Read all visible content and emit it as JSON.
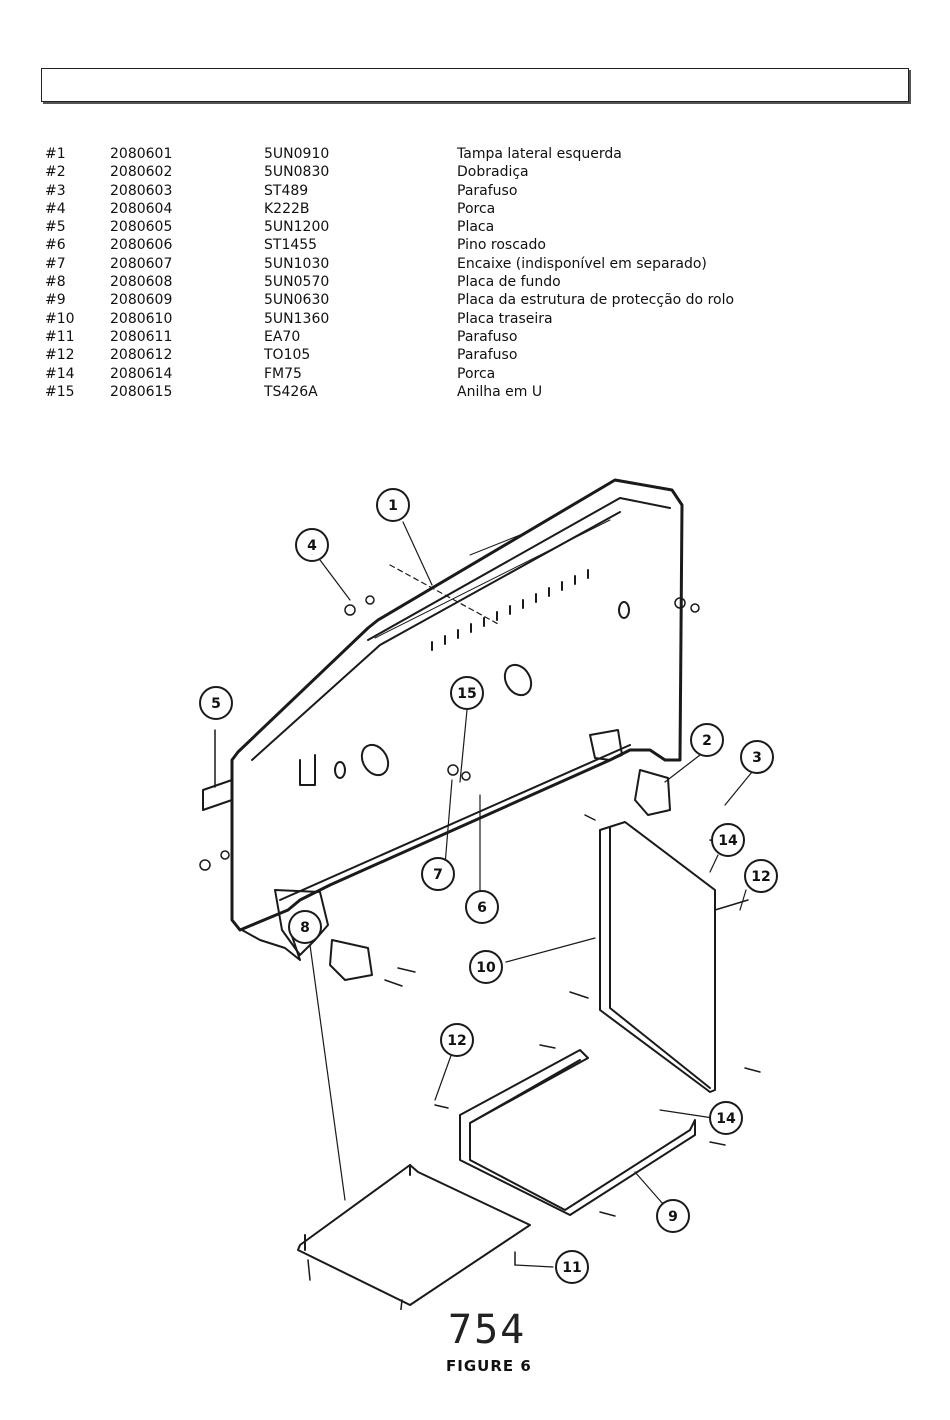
{
  "header": {
    "title": ""
  },
  "parts": [
    {
      "ref": "#1",
      "code": "2080601",
      "part": "5UN0910",
      "desc": "Tampa lateral esquerda"
    },
    {
      "ref": "#2",
      "code": "2080602",
      "part": "5UN0830",
      "desc": "Dobradiça"
    },
    {
      "ref": "#3",
      "code": "2080603",
      "part": "ST489",
      "desc": "Parafuso"
    },
    {
      "ref": "#4",
      "code": "2080604",
      "part": "K222B",
      "desc": "Porca"
    },
    {
      "ref": "#5",
      "code": "2080605",
      "part": "5UN1200",
      "desc": "Placa"
    },
    {
      "ref": "#6",
      "code": "2080606",
      "part": "ST1455",
      "desc": "Pino roscado"
    },
    {
      "ref": "#7",
      "code": "2080607",
      "part": "5UN1030",
      "desc": "Encaixe (indisponível em separado)"
    },
    {
      "ref": "#8",
      "code": "2080608",
      "part": "5UN0570",
      "desc": "Placa de fundo"
    },
    {
      "ref": "#9",
      "code": "2080609",
      "part": "5UN0630",
      "desc": "Placa da estrutura de protecção do rolo"
    },
    {
      "ref": "#10",
      "code": "2080610",
      "part": "5UN1360",
      "desc": "Placa traseira"
    },
    {
      "ref": "#11",
      "code": "2080611",
      "part": "EA70",
      "desc": "Parafuso"
    },
    {
      "ref": "#12",
      "code": "2080612",
      "part": "TO105",
      "desc": "Parafuso"
    },
    {
      "ref": "#14",
      "code": "2080614",
      "part": "FM75",
      "desc": "Porca"
    },
    {
      "ref": "#15",
      "code": "2080615",
      "part": "TS426A",
      "desc": "Anilha em U"
    }
  ],
  "figure": {
    "number": "754",
    "caption": "FIGURE 6",
    "callouts": [
      {
        "label": "1"
      },
      {
        "label": "4"
      },
      {
        "label": "5"
      },
      {
        "label": "15"
      },
      {
        "label": "2"
      },
      {
        "label": "3"
      },
      {
        "label": "14"
      },
      {
        "label": "12"
      },
      {
        "label": "7"
      },
      {
        "label": "6"
      },
      {
        "label": "10"
      },
      {
        "label": "12"
      },
      {
        "label": "14"
      },
      {
        "label": "8"
      },
      {
        "label": "9"
      },
      {
        "label": "11"
      }
    ]
  }
}
